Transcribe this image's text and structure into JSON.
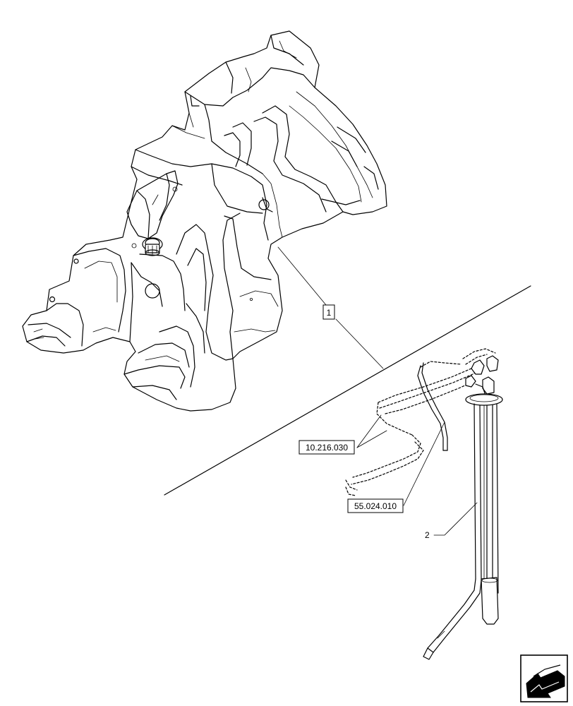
{
  "labels": {
    "item_1": "1",
    "item_2": "2",
    "ref_a": "10.216.030",
    "ref_b": "55.024.010"
  },
  "icons": {
    "corner": "arrow-left-down-icon"
  }
}
